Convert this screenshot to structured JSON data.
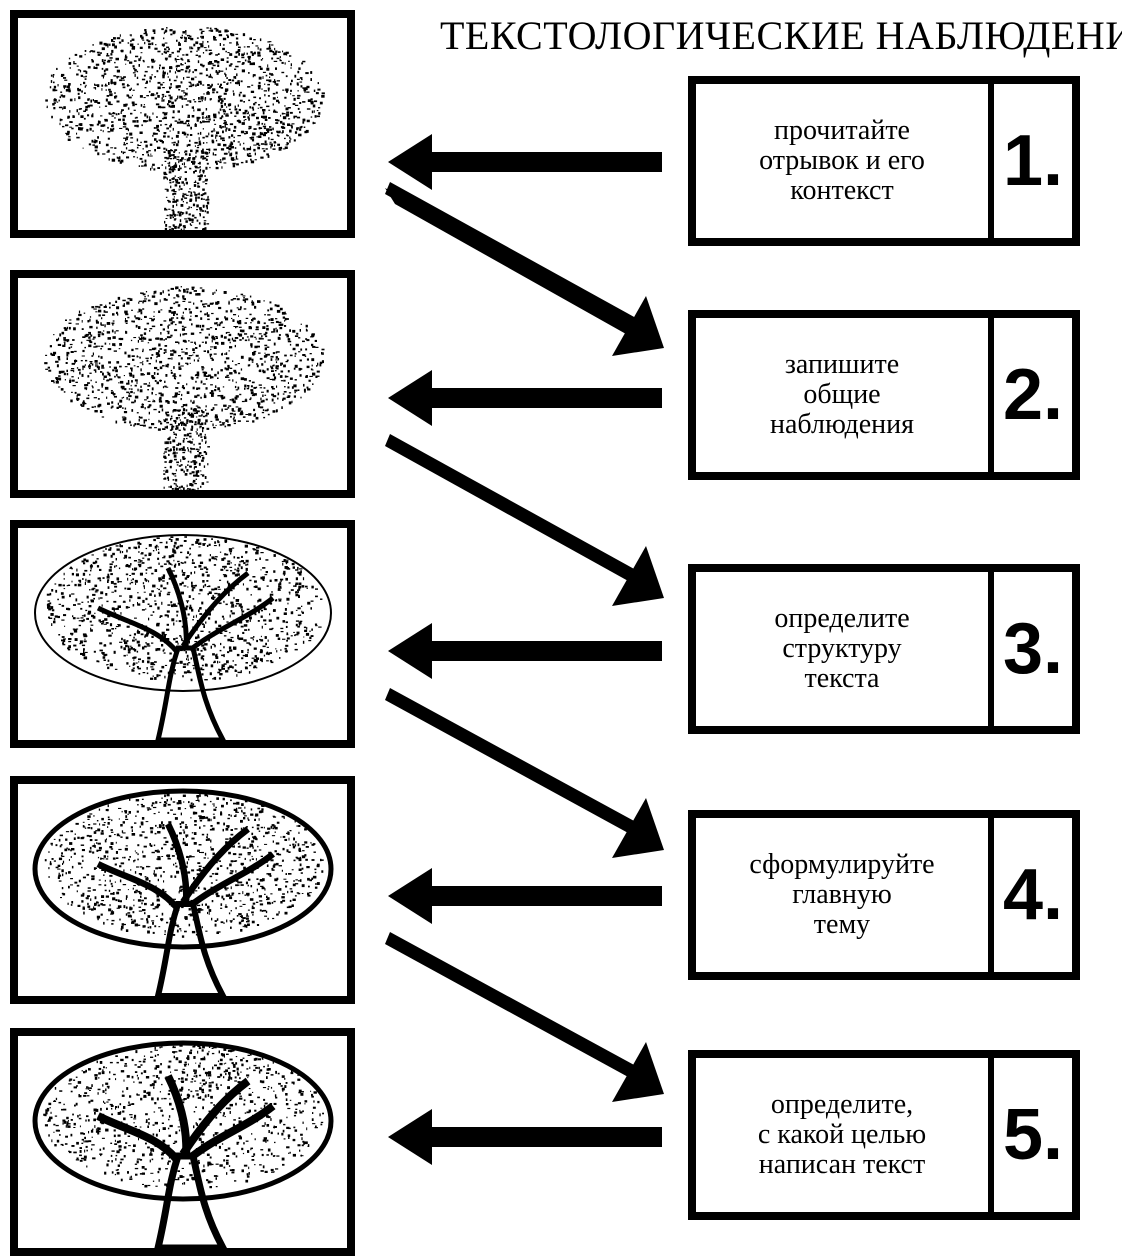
{
  "title": "ТЕКСТОЛОГИЧЕСКИЕ  НАБЛЮДЕНИЯ",
  "steps": [
    {
      "number": "1.",
      "lines": [
        "прочитайте",
        "отрывок  и  его",
        "контекст"
      ]
    },
    {
      "number": "2.",
      "lines": [
        "запишите",
        "общие",
        "наблюдения"
      ]
    },
    {
      "number": "3.",
      "lines": [
        "определите",
        "структуру",
        "текста"
      ]
    },
    {
      "number": "4.",
      "lines": [
        "сформулируйте",
        "главную",
        "тему"
      ]
    },
    {
      "number": "5.",
      "lines": [
        "определите,",
        "с  какой  целью",
        "написан  текст"
      ]
    }
  ],
  "colors": {
    "ink": "#000000",
    "paper": "#ffffff"
  },
  "tree_icons": [
    "tree-stage-1-icon",
    "tree-stage-2-icon",
    "tree-stage-3-icon",
    "tree-stage-4-icon",
    "tree-stage-5-icon"
  ]
}
